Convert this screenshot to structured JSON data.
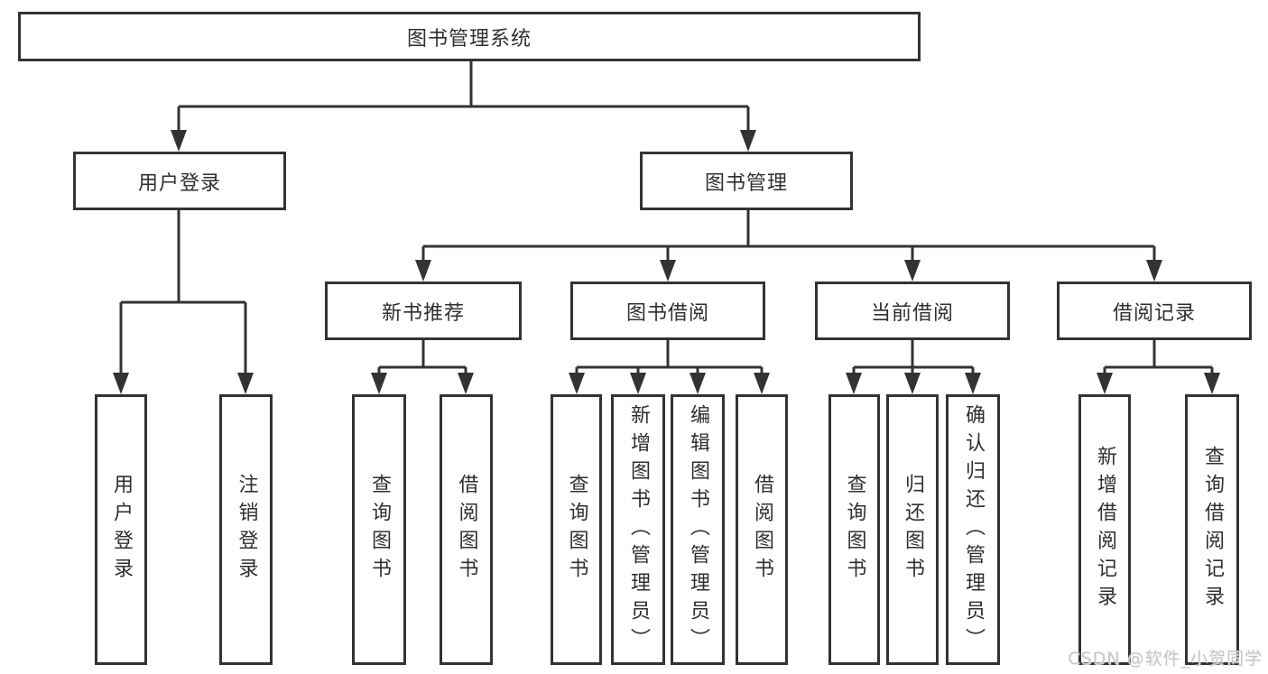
{
  "nodes": {
    "root": "图书管理系统",
    "user_login": "用户登录",
    "book_management": "图书管理",
    "new_book_recommend": "新书推荐",
    "book_borrow": "图书借阅",
    "current_borrow": "当前借阅",
    "borrow_records": "借阅记录",
    "leaf_user_login": "用户登录",
    "leaf_logout": "注销登录",
    "nb_query_book": "查询图书",
    "nb_borrow_book": "借阅图书",
    "bb_query_book": "查询图书",
    "bb_add_book": "新增图书（管理员）",
    "bb_edit_book": "编辑图书（管理员）",
    "bb_borrow_book": "借阅图书",
    "cb_query_book": "查询图书",
    "cb_return_book": "归还图书",
    "cb_confirm_return": "确认归还（管理员）",
    "br_add_record": "新增借阅记录",
    "br_query_record": "查询借阅记录"
  },
  "structure": {
    "图书管理系统": {
      "用户登录": [
        "用户登录",
        "注销登录"
      ],
      "图书管理": {
        "新书推荐": [
          "查询图书",
          "借阅图书"
        ],
        "图书借阅": [
          "查询图书",
          "新增图书（管理员）",
          "编辑图书（管理员）",
          "借阅图书"
        ],
        "当前借阅": [
          "查询图书",
          "归还图书",
          "确认归还（管理员）"
        ],
        "借阅记录": [
          "新增借阅记录",
          "查询借阅记录"
        ]
      }
    }
  },
  "colors": {
    "line": "#333333",
    "text": "#2f2f2f",
    "background": "#ffffff",
    "watermark": "#c6c6c6"
  },
  "watermark": "CSDN @软件_小贺同学"
}
